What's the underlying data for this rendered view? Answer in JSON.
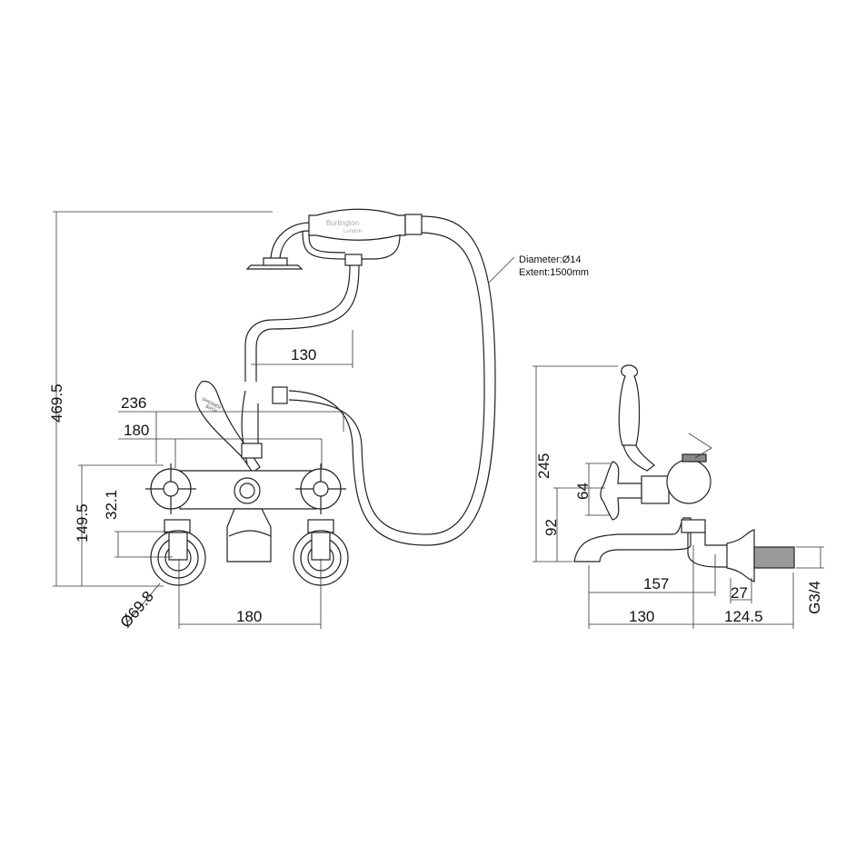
{
  "brand": {
    "name": "Burlington",
    "sub": "London"
  },
  "lever_label": {
    "line1": "SHOWER",
    "line2": "BATH"
  },
  "hose_note": {
    "diameter": "Diameter:Ø14",
    "extent": "Extent:1500mm"
  },
  "front_view": {
    "dims": {
      "total_height": "469.5",
      "outlet_height": "149.5",
      "offset": "32.1",
      "plate_diameter": "Ø69.8",
      "centres_bottom": "180",
      "width_total": "236",
      "centres_top": "180",
      "handset_reach": "130"
    }
  },
  "side_view": {
    "dims": {
      "height": "245",
      "handle_height": "92",
      "handle_span": "64",
      "spout_reach": "157",
      "projection": "130",
      "leg_length": "124.5",
      "plate_depth": "27",
      "thread": "G3/4"
    }
  },
  "colors": {
    "line": "#222222",
    "background": "#ffffff"
  }
}
